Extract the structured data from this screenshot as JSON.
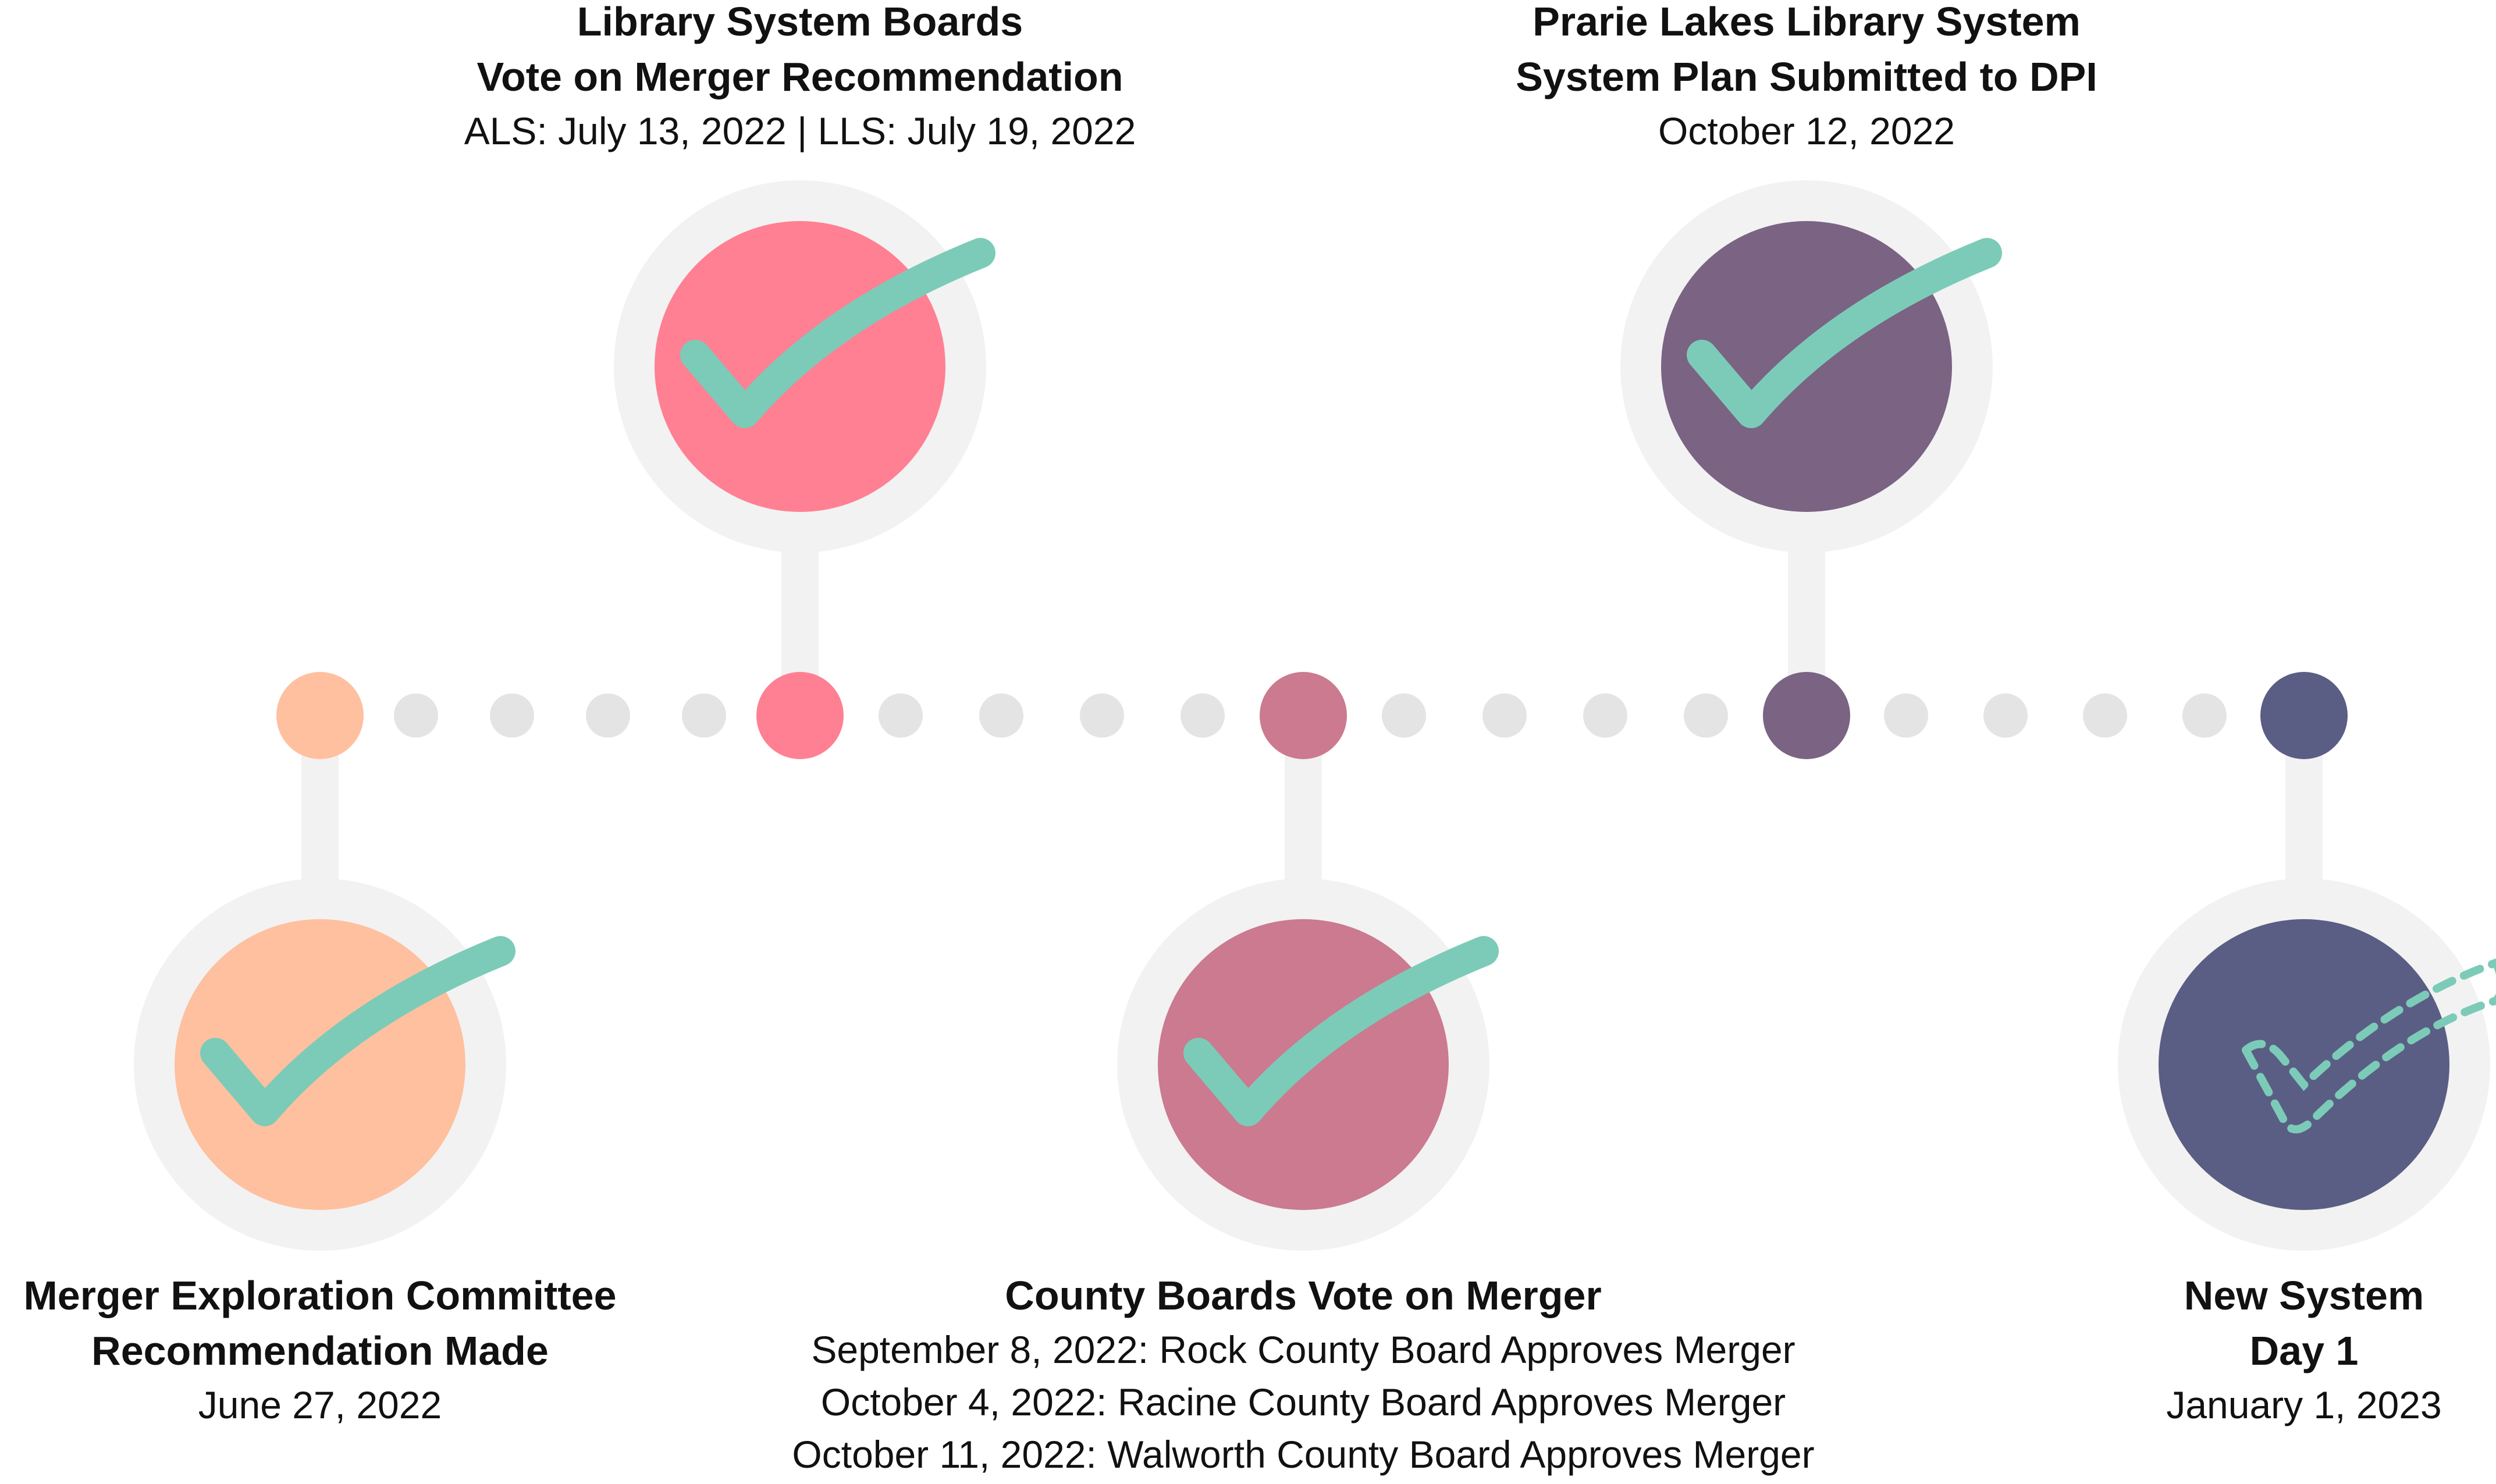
{
  "colors": {
    "track": "#e4e4e4",
    "halo": "#f2f2f2",
    "check": "#7ccbb8"
  },
  "milestones": [
    {
      "id": "merger-exploration",
      "title_lines": [
        "Merger Exploration Committee",
        "Recommendation Made"
      ],
      "date_lines": [
        "June 27, 2022"
      ],
      "color": "#ffc09f",
      "status": "complete"
    },
    {
      "id": "library-boards-vote",
      "title_lines": [
        "Library System Boards",
        "Vote on Merger Recommendation"
      ],
      "date_lines": [
        "ALS: July 13, 2022  |  LLS: July 19, 2022"
      ],
      "color": "#ff8093",
      "status": "complete"
    },
    {
      "id": "county-boards-vote",
      "title_lines": [
        "County Boards Vote on Merger"
      ],
      "date_lines": [
        "September 8, 2022: Rock County Board Approves Merger",
        "October 4, 2022: Racine County Board Approves Merger",
        "October 11, 2022: Walworth County Board Approves Merger"
      ],
      "color": "#cb7a8f",
      "status": "complete"
    },
    {
      "id": "system-plan-submitted",
      "title_lines": [
        "Prarie Lakes Library System",
        "System Plan Submitted to DPI"
      ],
      "date_lines": [
        "October 12, 2022"
      ],
      "color": "#7a6383",
      "status": "complete"
    },
    {
      "id": "new-system-day-1",
      "title_lines": [
        "New System",
        "Day 1"
      ],
      "date_lines": [
        "January 1, 2023"
      ],
      "color": "#5a5e84",
      "status": "pending"
    }
  ]
}
